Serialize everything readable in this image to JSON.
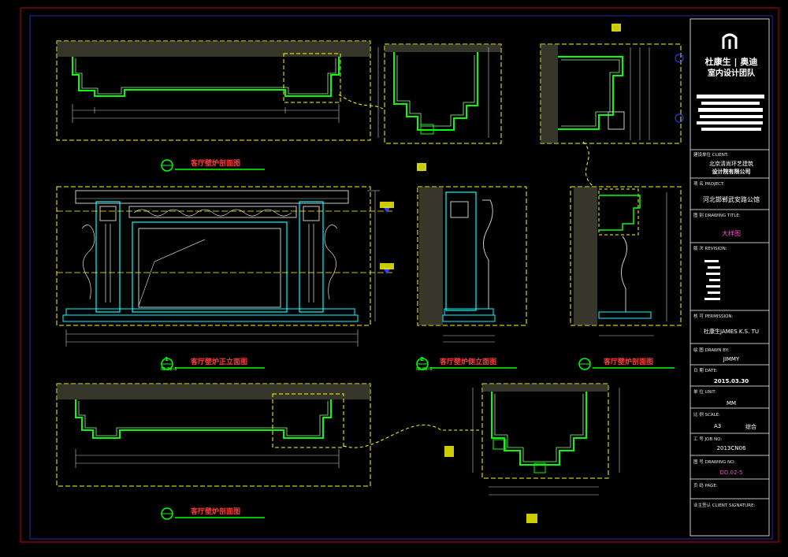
{
  "colors": {
    "background": "#000000",
    "frame_red": "#c0001a",
    "frame_blue": "#2a2aa8",
    "title_block": "#ffffff",
    "dashed_yellow": "#ffff00",
    "section_green": "#00ff00",
    "elevation_cyan": "#00ffff",
    "detail_white": "#c8c8c8",
    "caption_red": "#ff3b3b",
    "marker_blue": "#3a3aff"
  },
  "title_block": {
    "logo_icon": "m-logo-icon",
    "company_line1": "杜康生 | 奥迪",
    "company_line2": "室内设计团队",
    "client_header": "建设单位 CLIENT:",
    "client_line1": "北京清尚环艺建筑",
    "client_line2": "设计院有限公司",
    "project_header": "项 名 PROJECT:",
    "project_value": "河北邯郸武安路公馆",
    "drawing_title_header": "图 别 DRAWING TITLE:",
    "drawing_title_value": "大样图",
    "revision_header": "版 次 REVISION:",
    "permission_header": "核 可 PERMISSION:",
    "permission_value": "杜康生JAMES K.S. TU",
    "drawn_by_header": "绘 图 DRAWN BY:",
    "drawn_by_value": "JIMMY",
    "date_header": "日 期 DATE:",
    "date_value": "2015.03.30",
    "unit_header": "单 位 UNIT:",
    "unit_value": "MM",
    "scale_header": "比 例 SCALE:",
    "scale_value_a": "A3",
    "scale_value_b": "综合",
    "job_header": "工 号 JOB NO:",
    "job_value": "2013CN06",
    "drawing_no_header": "图 号 DRAWING NO:",
    "drawing_no_value": "DD.02-5",
    "page_header": "页 码 PAGE:",
    "signature_header": "业主签认 CLIENT SIGNATURE:"
  },
  "view_titles": {
    "top_left_section": "客厅壁炉剖面图",
    "front_elevation": "客厅壁炉正立面图",
    "side_elevation": "客厅壁炉侧立面图",
    "side_section": "客厅壁炉剖面图",
    "bottom_section": "客厅壁炉剖面图"
  },
  "view_markers": {
    "front_elevation_num": "1",
    "side_elevation_num": "2",
    "sheet_ref": "ID.02-5"
  }
}
